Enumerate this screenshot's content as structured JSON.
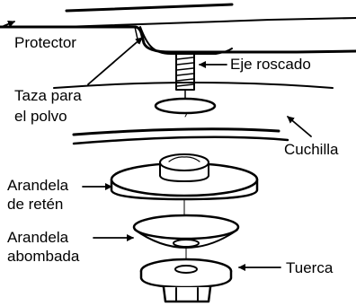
{
  "labels": {
    "protector": "Protector",
    "eje_roscado": "Eje roscado",
    "taza_line1": "Taza para",
    "taza_line2": "el polvo",
    "cuchilla": "Cuchilla",
    "arandela_reten_line1": "Arandela",
    "arandela_reten_line2": "de retén",
    "arandela_abombada_line1": "Arandela",
    "arandela_abombada_line2": "abombada",
    "tuerca": "Tuerca"
  },
  "colors": {
    "ink": "#000000",
    "paper": "#ffffff"
  }
}
